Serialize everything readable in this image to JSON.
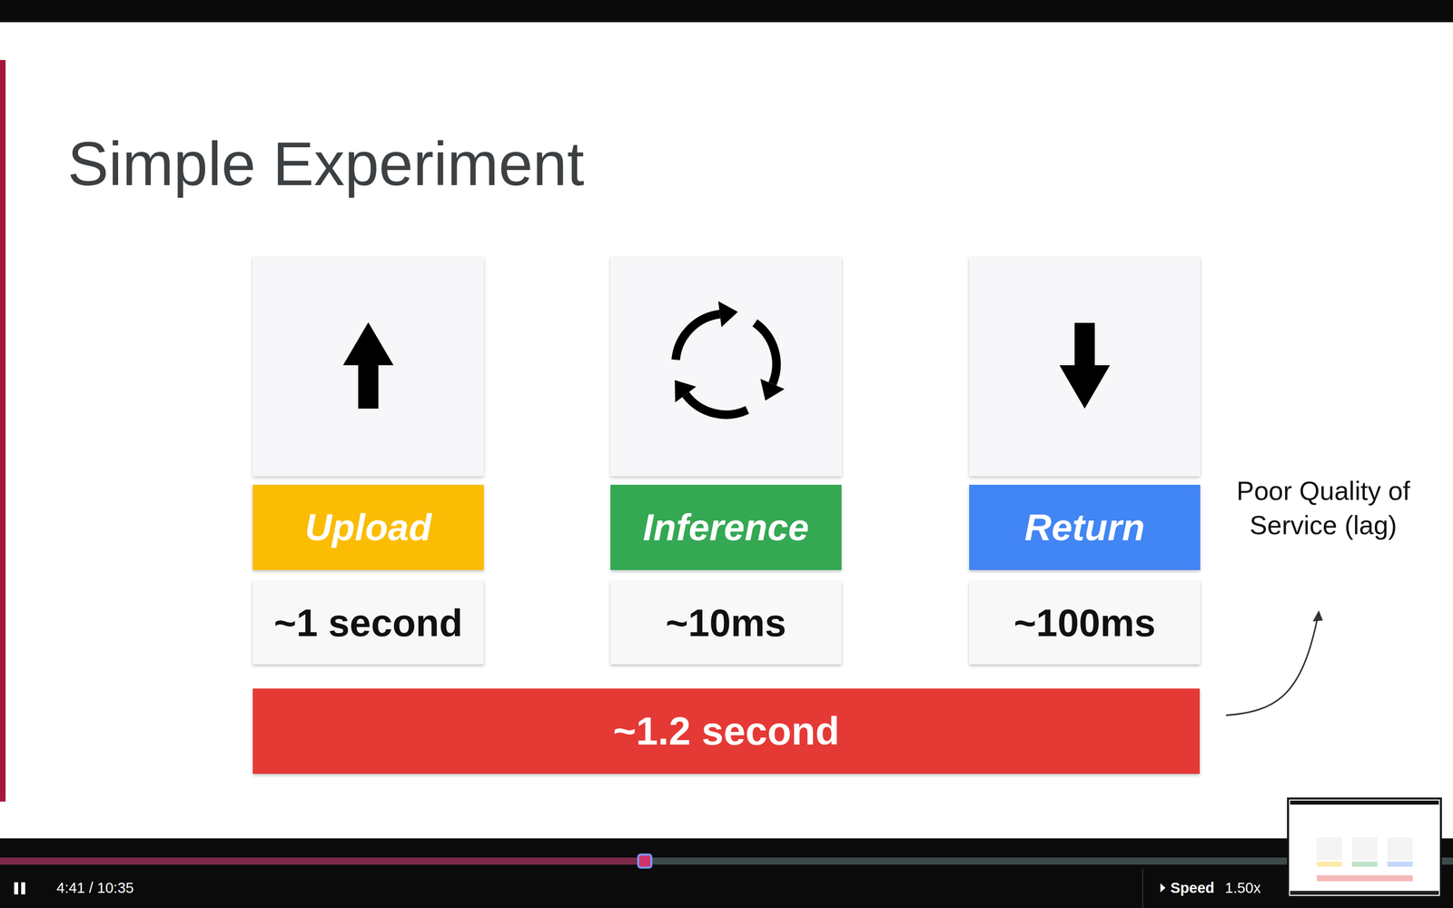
{
  "diagram": {
    "title": "Simple Experiment",
    "nodes": [
      {
        "text": [
          "Upload"
        ]
      },
      {
        "text": [
          "Inference"
        ]
      },
      {
        "text": [
          "Return"
        ]
      },
      {
        "text": [
          "~1 second"
        ]
      },
      {
        "text": [
          "~10ms"
        ]
      },
      {
        "text": [
          "~100ms"
        ]
      },
      {
        "text": [
          "~1.2 second"
        ]
      }
    ],
    "labels": [
      "Poor Quality of Service (lag)",
      "4:41 / 10:35",
      "Speed",
      "1.50x"
    ]
  }
}
